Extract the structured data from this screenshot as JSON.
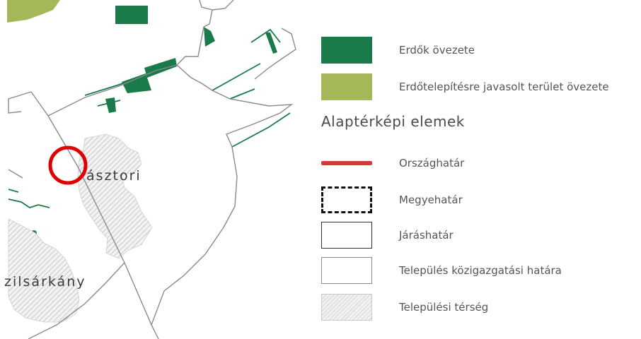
{
  "map": {
    "labels": {
      "pasztori": "ásztori",
      "szilsarkany": "zilsárkány"
    },
    "colors": {
      "forest": "#1a7a4a",
      "afforestation": "#a4b85a",
      "boundary": "#8a8a8a",
      "highlight_circle": "#e00000",
      "settlement_hatch": "#bdbdbd"
    }
  },
  "legend": {
    "items_top": [
      {
        "label": "Erdők övezete"
      },
      {
        "label": "Erdőtelepítésre javasolt terület övezete"
      }
    ],
    "heading": "Alaptérképi elemek",
    "items_base": [
      {
        "label": "Országhatár"
      },
      {
        "label": "Megyehatár"
      },
      {
        "label": "Járáshatár"
      },
      {
        "label": "Település közigazgatási határa"
      },
      {
        "label": "Települési térség"
      }
    ]
  }
}
